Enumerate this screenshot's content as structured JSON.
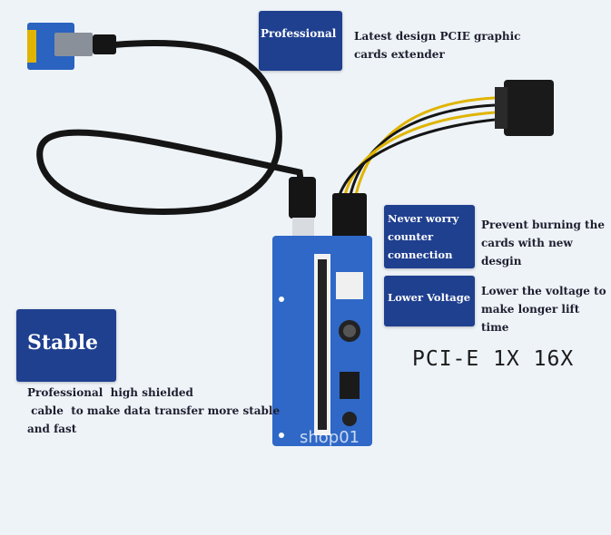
{
  "badges": {
    "professional": "Professional",
    "never_worry": [
      "Never worry",
      "counter",
      "connection"
    ],
    "lower_voltage": "Lower Voltage",
    "stable": "Stable"
  },
  "descriptions": {
    "latest": [
      "Latest design PCIE graphic",
      "cards extender"
    ],
    "prevent": [
      "Prevent burning the",
      "cards with new desgin"
    ],
    "lower": [
      "Lower the voltage to",
      "make longer lift time"
    ],
    "stable": [
      "Professional  high shielded",
      " cable  to make data transfer more stable",
      "and fast"
    ]
  },
  "model_label": "PCI-E 1X 16X",
  "watermark": "shop01",
  "colors": {
    "badge": "#1f3f8f",
    "board": "#2f68c7",
    "cable": "#1a1a1a",
    "yellow_wire": "#e0b400"
  }
}
